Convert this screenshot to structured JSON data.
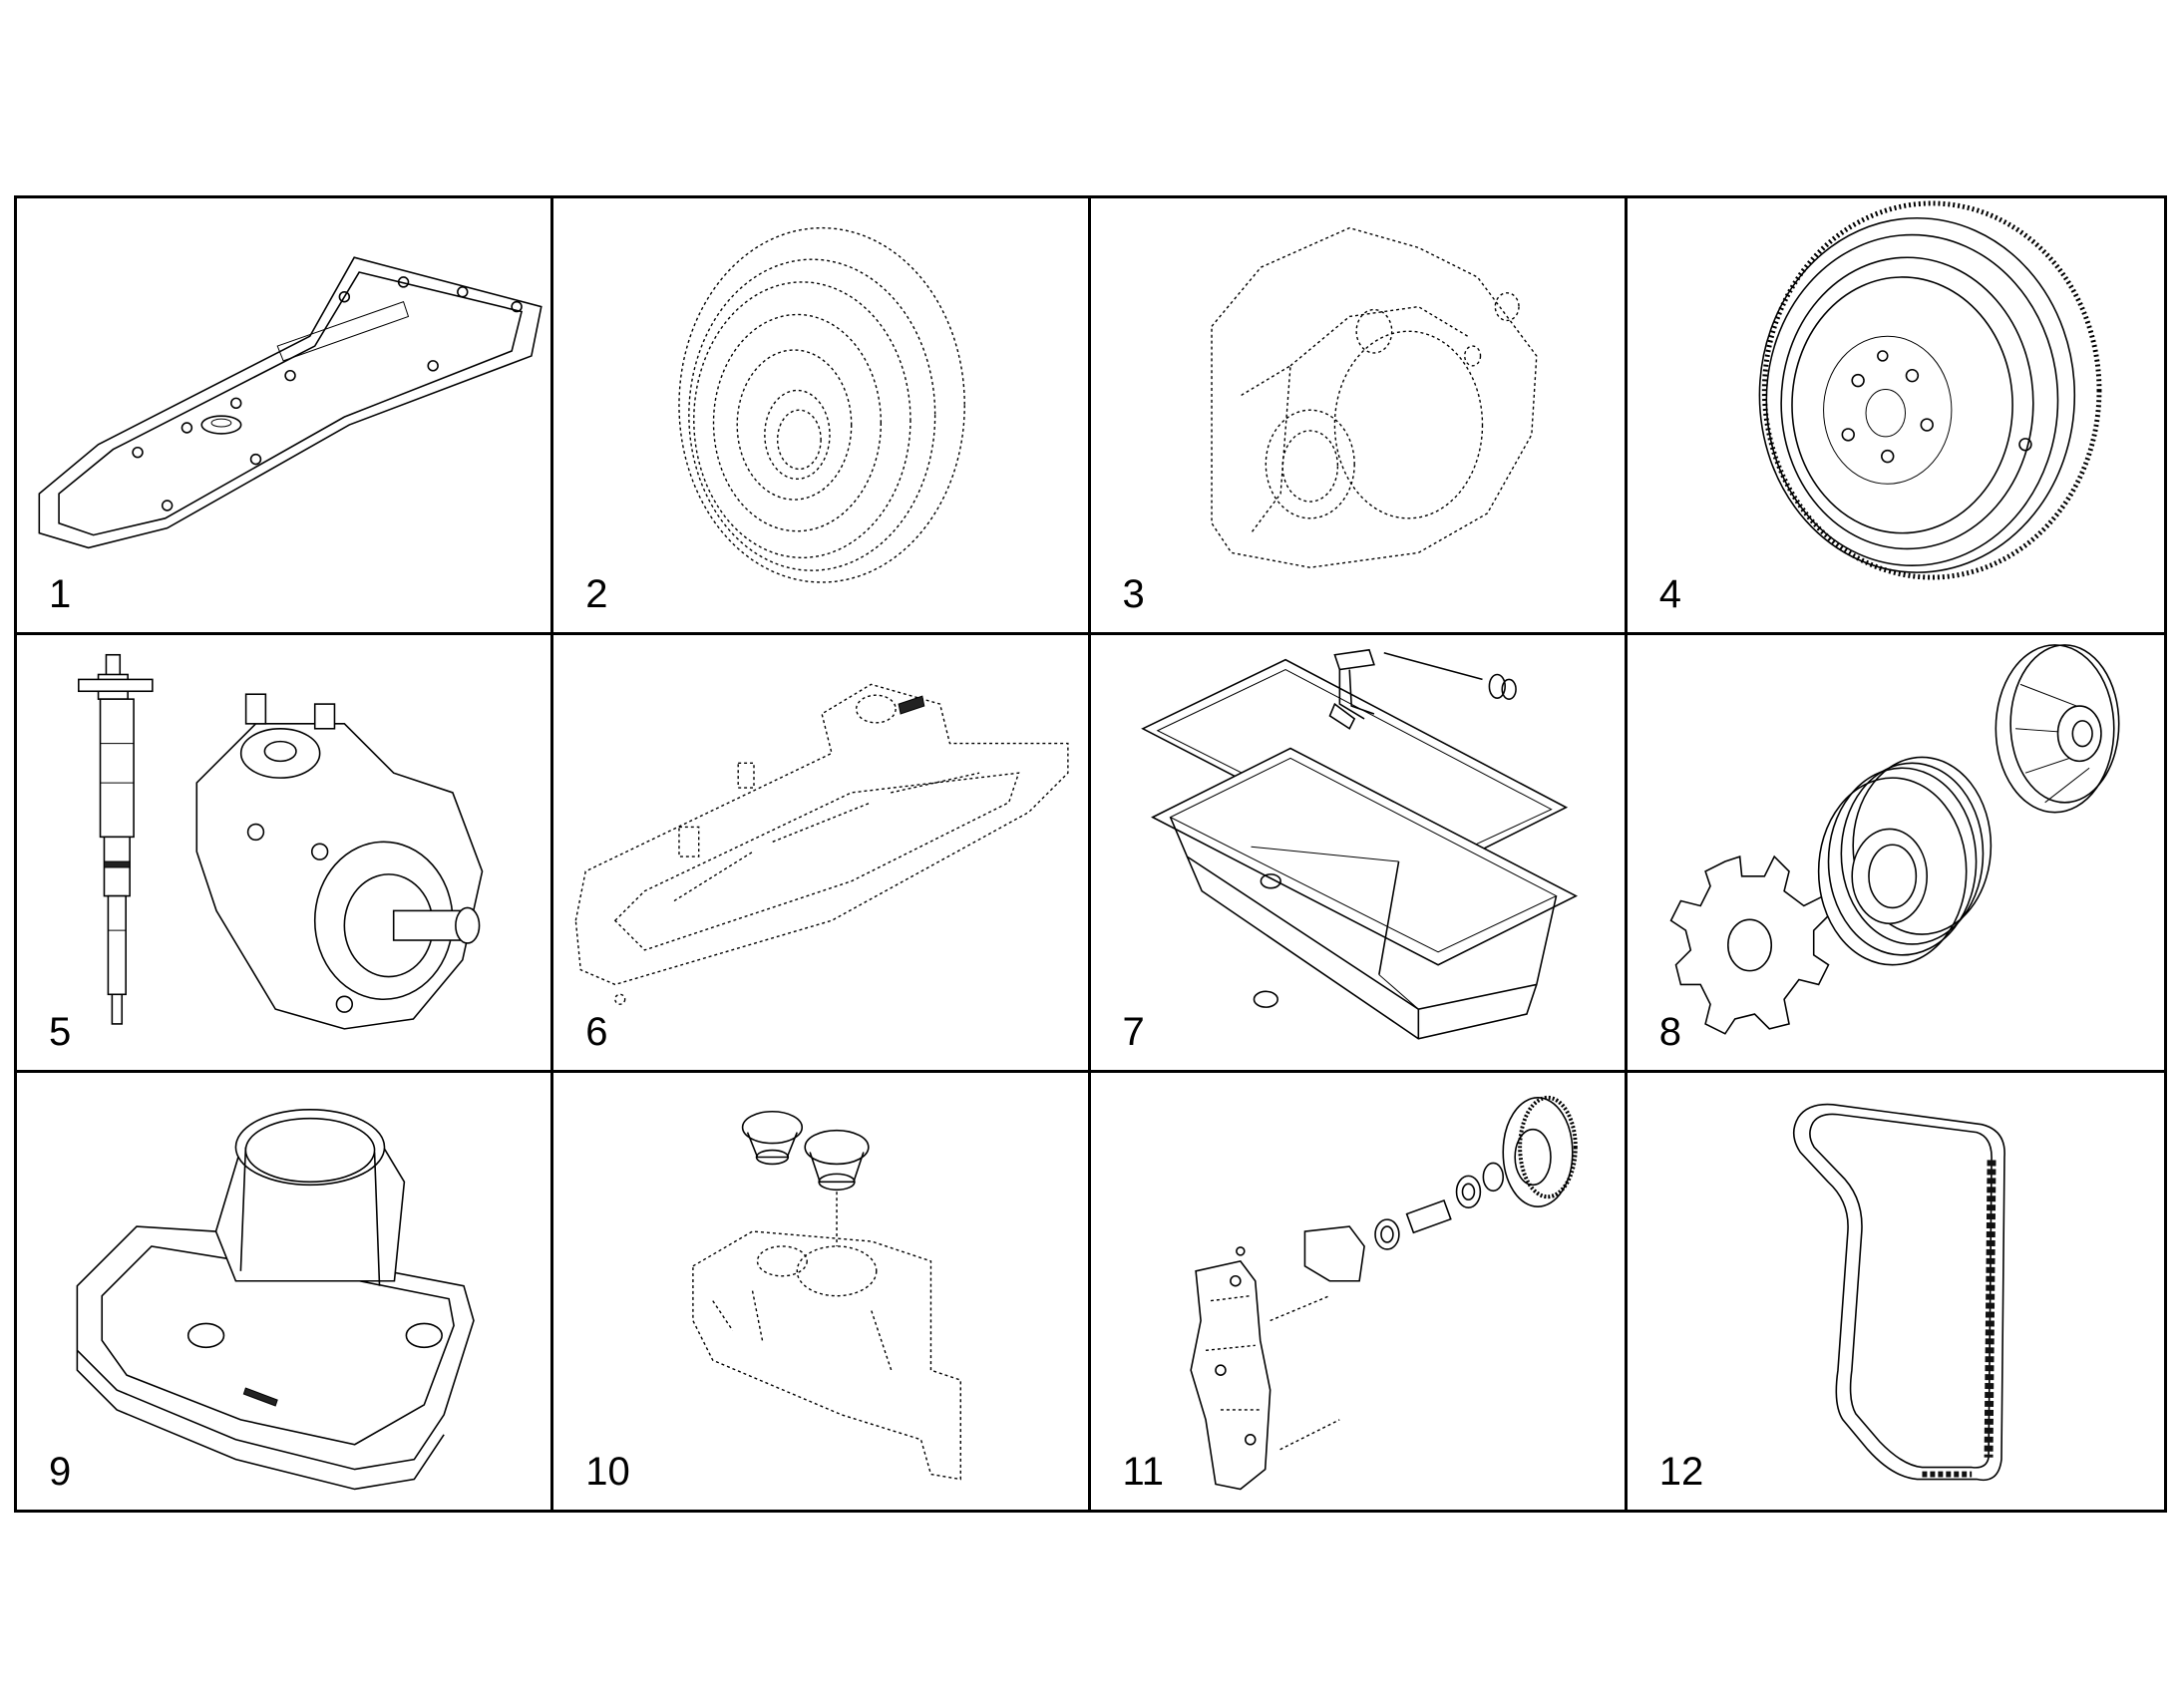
{
  "parts": [
    {
      "label": "1",
      "icon": "valve-cover-icon"
    },
    {
      "label": "2",
      "icon": "damper-pulley-icon"
    },
    {
      "label": "3",
      "icon": "flywheel-housing-icon"
    },
    {
      "label": "4",
      "icon": "flywheel-icon"
    },
    {
      "label": "5",
      "icon": "injector-and-pump-icon"
    },
    {
      "label": "6",
      "icon": "cylinder-head-gasket-icon"
    },
    {
      "label": "7",
      "icon": "oil-pan-icon"
    },
    {
      "label": "8",
      "icon": "water-pump-parts-icon"
    },
    {
      "label": "9",
      "icon": "thermostat-housing-icon"
    },
    {
      "label": "10",
      "icon": "thermostat-assembly-icon"
    },
    {
      "label": "11",
      "icon": "oil-pump-assembly-icon"
    },
    {
      "label": "12",
      "icon": "drive-belt-icon"
    }
  ]
}
